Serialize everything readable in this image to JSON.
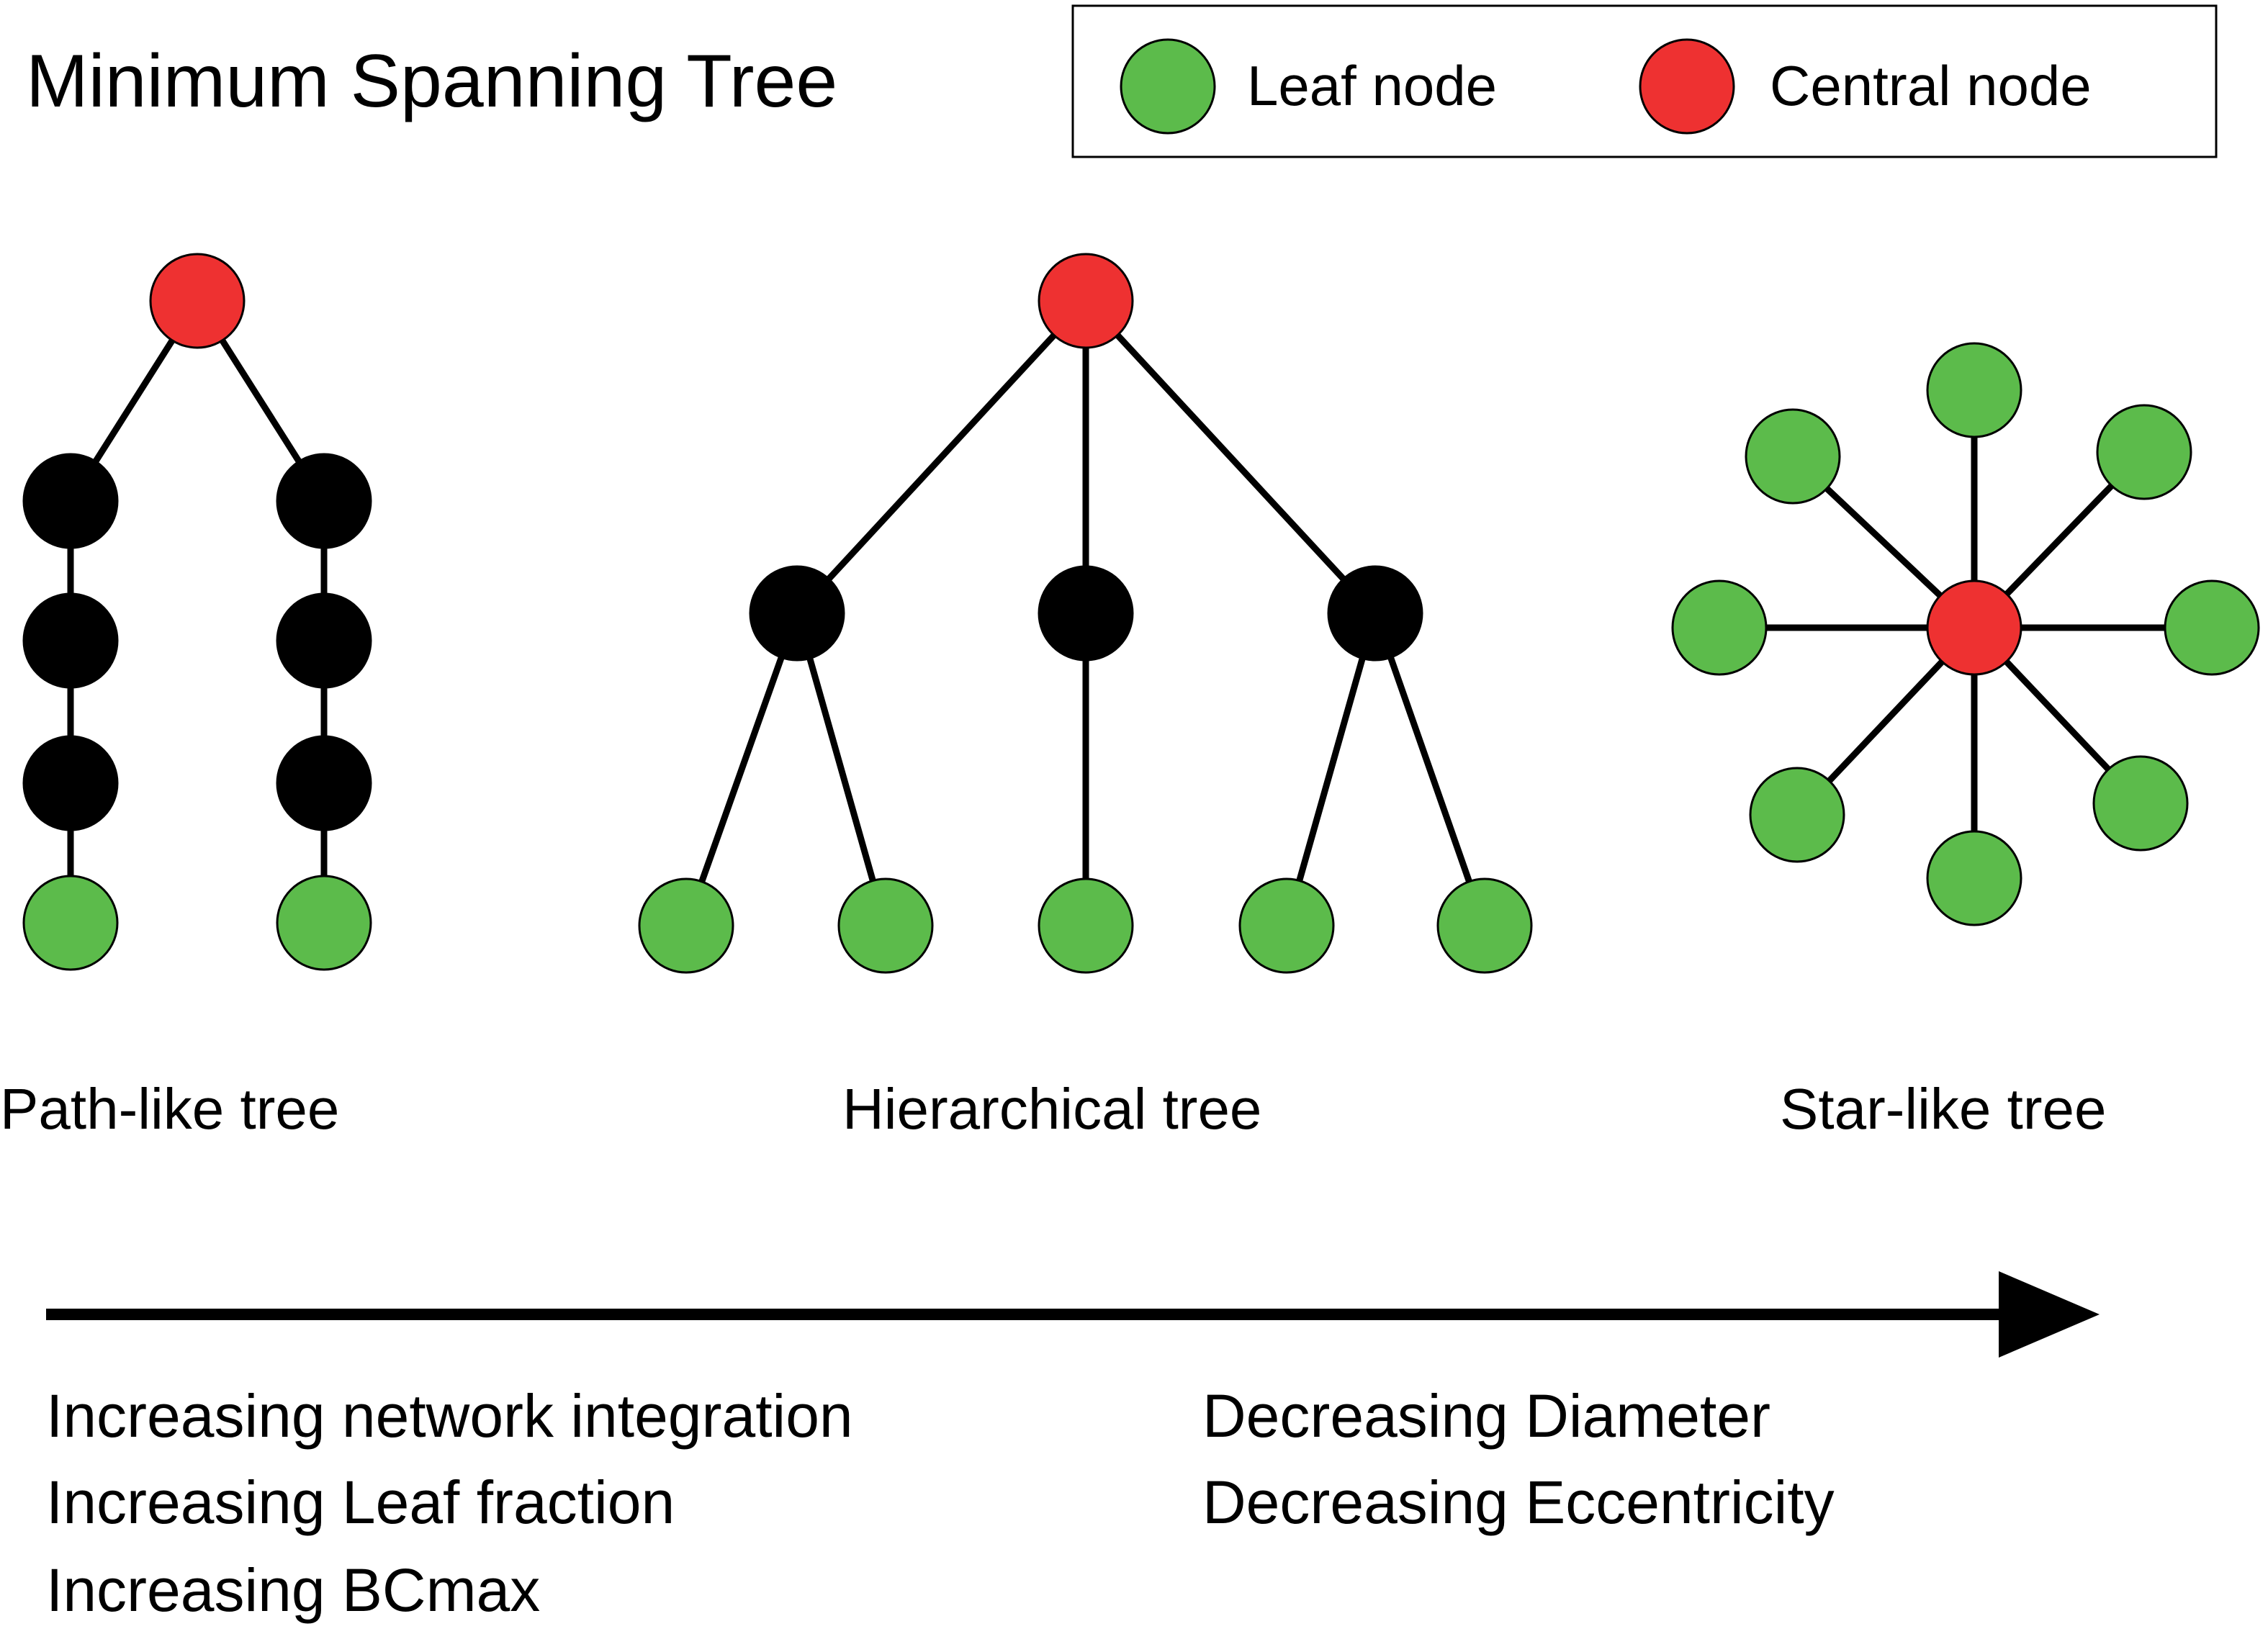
{
  "title": "Minimum Spanning Tree",
  "legend": {
    "items": [
      {
        "label": "Leaf node",
        "color_key": "leaf"
      },
      {
        "label": "Central node",
        "color_key": "central"
      }
    ]
  },
  "colors": {
    "leaf": "#5cbb4b",
    "central": "#ee3131",
    "intermediate": "#000000",
    "edge": "#000000"
  },
  "trees": [
    {
      "id": "path",
      "label": "Path-like tree"
    },
    {
      "id": "hierarchical",
      "label": "Hierarchical tree"
    },
    {
      "id": "star",
      "label": "Star-like tree"
    }
  ],
  "trends": {
    "left": [
      "Increasing network integration",
      "Increasing Leaf fraction",
      "Increasing BCmax"
    ],
    "right": [
      "Decreasing Diameter",
      "Decreasing Eccentricity"
    ]
  }
}
